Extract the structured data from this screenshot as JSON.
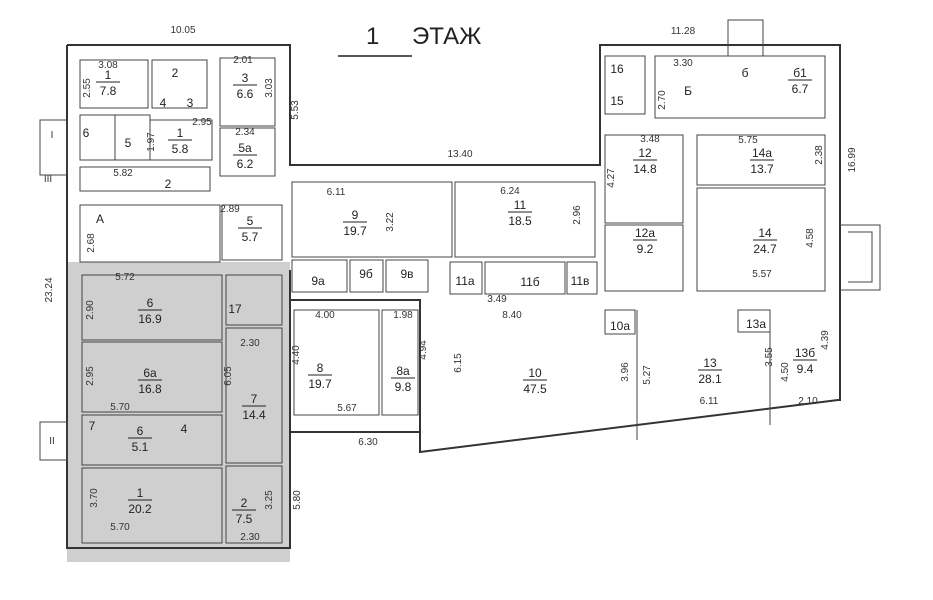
{
  "title": {
    "floor_number": "1",
    "floor_word": "ЭТАЖ"
  },
  "entrances": [
    "I",
    "III",
    "II"
  ],
  "rooms": [
    {
      "num": "1",
      "area": "7.8"
    },
    {
      "num": "2",
      "area": ""
    },
    {
      "num": "4",
      "area": ""
    },
    {
      "num": "3",
      "area": ""
    },
    {
      "num": "3",
      "area": "6.6"
    },
    {
      "num": "6",
      "area": ""
    },
    {
      "num": "5",
      "area": ""
    },
    {
      "num": "1",
      "area": "5.8"
    },
    {
      "num": "5а",
      "area": "6.2"
    },
    {
      "num": "2",
      "area": ""
    },
    {
      "num": "А",
      "area": ""
    },
    {
      "num": "5",
      "area": "5.7"
    },
    {
      "num": "9",
      "area": "19.7"
    },
    {
      "num": "11",
      "area": "18.5"
    },
    {
      "num": "9а",
      "area": ""
    },
    {
      "num": "9б",
      "area": ""
    },
    {
      "num": "9в",
      "area": ""
    },
    {
      "num": "11а",
      "area": ""
    },
    {
      "num": "11б",
      "area": ""
    },
    {
      "num": "11в",
      "area": ""
    },
    {
      "num": "16",
      "area": ""
    },
    {
      "num": "15",
      "area": ""
    },
    {
      "num": "Б",
      "area": ""
    },
    {
      "num": "б",
      "area": ""
    },
    {
      "num": "б1",
      "area": "6.7"
    },
    {
      "num": "12",
      "area": "14.8"
    },
    {
      "num": "14а",
      "area": "13.7"
    },
    {
      "num": "12а",
      "area": "9.2"
    },
    {
      "num": "14",
      "area": "24.7"
    },
    {
      "num": "8",
      "area": "19.7"
    },
    {
      "num": "8а",
      "area": "9.8"
    },
    {
      "num": "10",
      "area": "47.5"
    },
    {
      "num": "10а",
      "area": ""
    },
    {
      "num": "13",
      "area": "28.1"
    },
    {
      "num": "13а",
      "area": ""
    },
    {
      "num": "13б",
      "area": "9.4"
    },
    {
      "num": "6",
      "area": "16.9"
    },
    {
      "num": "17",
      "area": ""
    },
    {
      "num": "6а",
      "area": "16.8"
    },
    {
      "num": "7",
      "area": ""
    },
    {
      "num": "6",
      "area": "5.1"
    },
    {
      "num": "4",
      "area": ""
    },
    {
      "num": "7",
      "area": "14.4"
    },
    {
      "num": "1",
      "area": "20.2"
    },
    {
      "num": "2",
      "area": "7.5"
    }
  ],
  "dimensions": [
    "10.05",
    "11.28",
    "13.40",
    "3.08",
    "2.55",
    "2.01",
    "3.03",
    "5.53",
    "2.95",
    "1.97",
    "2.34",
    "5.82",
    "2.89",
    "2.68",
    "23.24",
    "6.11",
    "3.22",
    "6.24",
    "2.96",
    "3.49",
    "3.30",
    "2.70",
    "3.48",
    "5.75",
    "2.38",
    "16.99",
    "4.27",
    "4.58",
    "5.57",
    "5.72",
    "2.90",
    "2.30",
    "2.95",
    "5.70",
    "6.05",
    "3.70",
    "5.70",
    "2.30",
    "3.25",
    "5.80",
    "4.00",
    "1.98",
    "4.40",
    "4.94",
    "5.67",
    "6.30",
    "8.40",
    "6.15",
    "3.96",
    "5.27",
    "3.55",
    "4.50",
    "4.39",
    "2.10",
    "6.11"
  ],
  "colors": {
    "shaded_area": "#cfcfcf",
    "wall": "#333333"
  }
}
